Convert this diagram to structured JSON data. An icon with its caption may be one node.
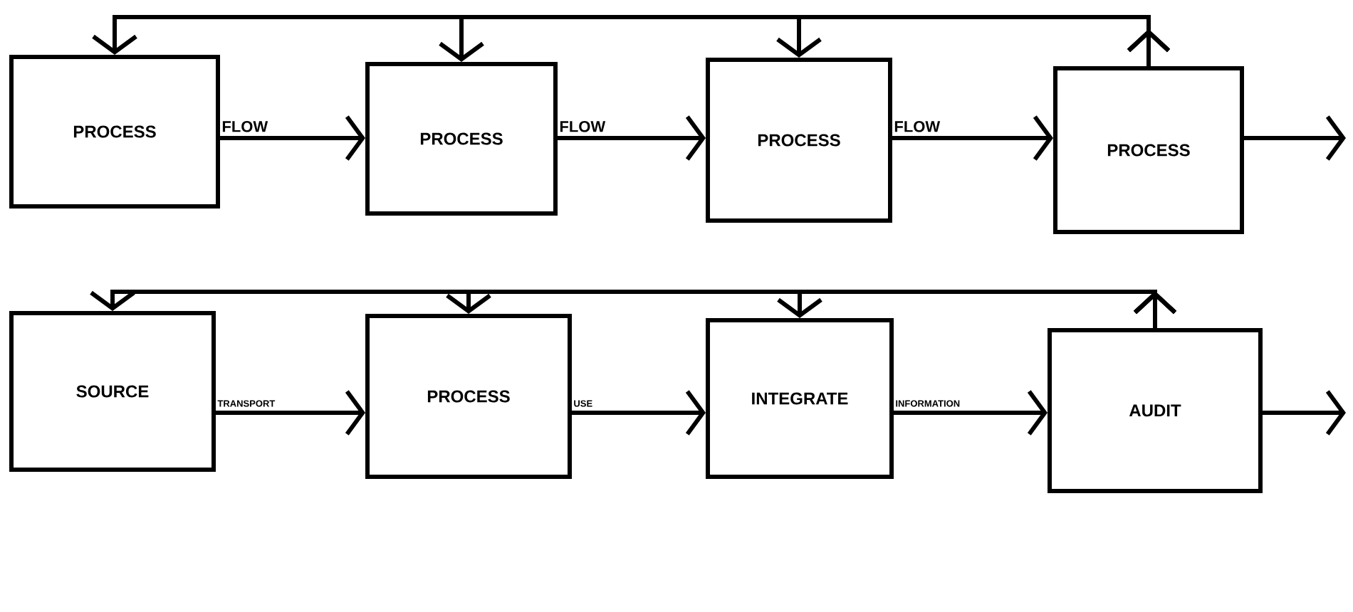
{
  "diagram": {
    "nodes": [
      {
        "text": [
          "PROCESS"
        ]
      },
      {
        "text": [
          "PROCESS"
        ]
      },
      {
        "text": [
          "PROCESS"
        ]
      },
      {
        "text": [
          "PROCESS"
        ]
      },
      {
        "text": [
          "SOURCE"
        ]
      },
      {
        "text": [
          "PROCESS"
        ]
      },
      {
        "text": [
          "INTEGRATE"
        ]
      },
      {
        "text": [
          "AUDIT"
        ]
      }
    ],
    "edges": [
      {
        "from": 0,
        "to": 1,
        "arrow": "to",
        "label": "FLOW"
      },
      {
        "from": 1,
        "to": 2,
        "arrow": "to",
        "label": "FLOW"
      },
      {
        "from": 2,
        "to": 3,
        "arrow": "to",
        "label": "FLOW"
      },
      {
        "from": 3,
        "to": null,
        "arrow": "to"
      },
      {
        "from": 3,
        "to": 0,
        "arrow": "to"
      },
      {
        "from": 3,
        "to": 1,
        "arrow": "to"
      },
      {
        "from": 3,
        "to": 2,
        "arrow": "to"
      },
      {
        "from": 4,
        "to": 5,
        "arrow": "to",
        "label": "TRANSPORT"
      },
      {
        "from": 5,
        "to": 6,
        "arrow": "to",
        "label": "USE"
      },
      {
        "from": 6,
        "to": 7,
        "arrow": "to",
        "label": "INFORMATION"
      },
      {
        "from": 7,
        "to": null,
        "arrow": "to"
      },
      {
        "from": 7,
        "to": 4,
        "arrow": "to"
      },
      {
        "from": 7,
        "to": 5,
        "arrow": "to"
      },
      {
        "from": 7,
        "to": 6,
        "arrow": "to"
      }
    ]
  }
}
